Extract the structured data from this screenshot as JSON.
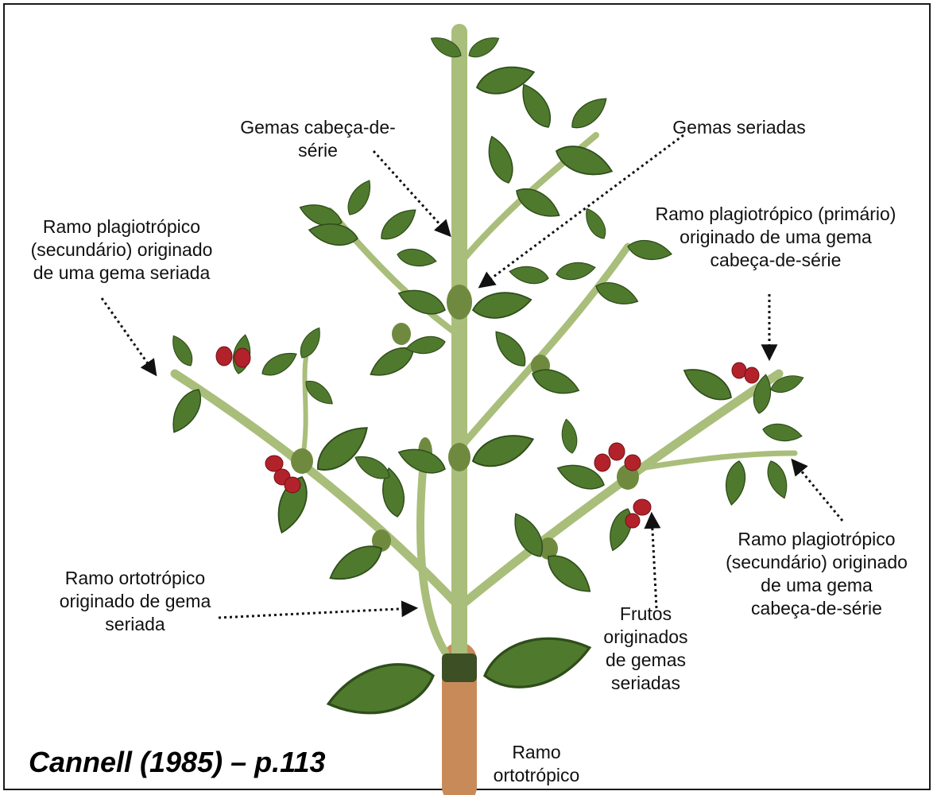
{
  "labels": {
    "gemas_cabeca_de_serie": "Gemas cabeça-de-\nsérie",
    "gemas_seriadas": "Gemas seriadas",
    "ramo_plagio_secundario_seriada": "Ramo plagiotrópico\n(secundário) originado\nde uma gema seriada",
    "ramo_plagio_primario": "Ramo plagiotrópico (primário)\noriginado de uma gema\ncabeça-de-série",
    "ramo_plagio_secundario_cabeca": "Ramo plagiotrópico\n(secundário) originado\nde uma gema\ncabeça-de-série",
    "ramo_ortotropico_seriada": "Ramo ortotrópico\noriginado de gema\nseriada",
    "frutos": "Frutos\noriginados\nde gemas\nseriadas",
    "ramo_ortotropico": "Ramo\nortotrópico"
  },
  "citation": "Cannell (1985) – p.113",
  "colors": {
    "leaf": "#4f7a2e",
    "leaf_light": "#7fa05a",
    "stem": "#a9be7a",
    "stem_dark": "#6f8a3f",
    "base_stem": "#c98a5a",
    "fruit": "#b3222a",
    "arrow": "#111111"
  }
}
